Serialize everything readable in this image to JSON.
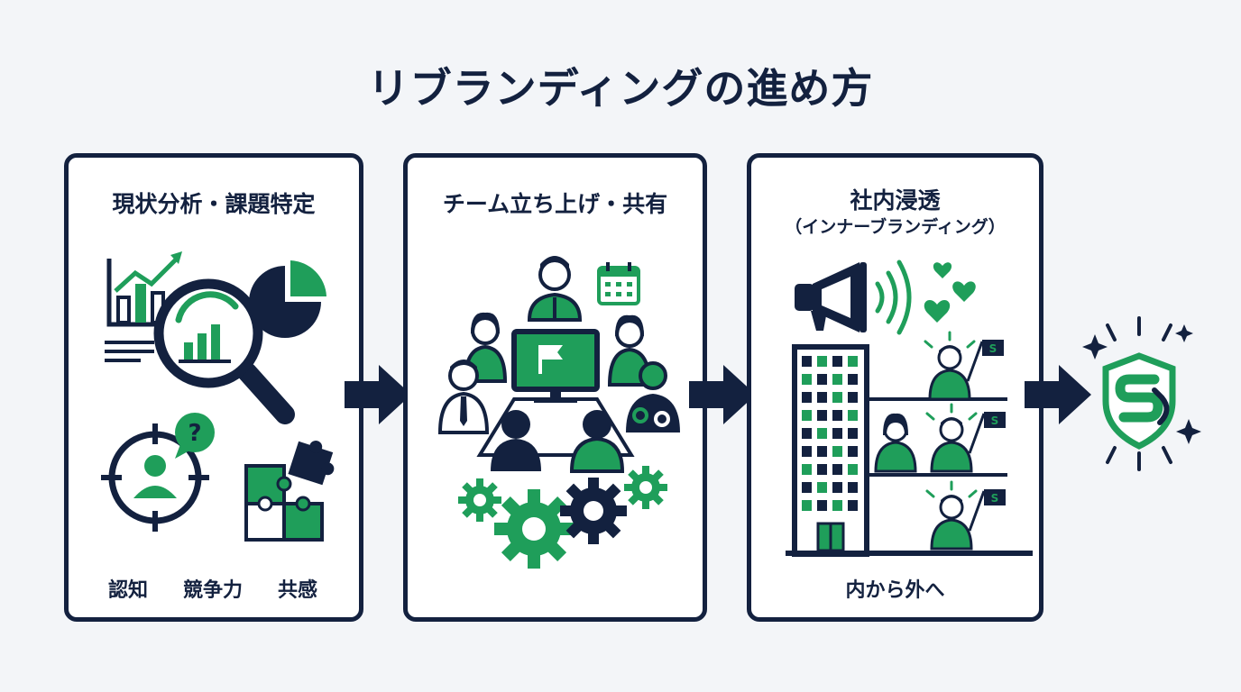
{
  "title": "リブランディングの進め方",
  "steps": [
    {
      "title": "現状分析・課題特定",
      "keywords": [
        "認知",
        "競争力",
        "共感"
      ]
    },
    {
      "title": "チーム立ち上げ・共有"
    },
    {
      "title": "社内浸透",
      "subtitle": "（インナーブランディング）",
      "caption": "内から外へ"
    }
  ],
  "icons": {
    "step1": [
      "bar-chart-icon",
      "magnifier-icon",
      "pie-chart-icon",
      "target-person-icon",
      "question-bubble-icon",
      "puzzle-icon"
    ],
    "step2": [
      "team-meeting-icon",
      "calendar-icon",
      "monitor-flag-icon",
      "gears-icon"
    ],
    "step3": [
      "megaphone-icon",
      "hearts-icon",
      "office-building-icon",
      "people-with-flags-icon"
    ],
    "final": "brand-shield-icon"
  },
  "colors": {
    "navy": "#13213f",
    "green": "#1f9e5a",
    "background": "#f3f5f8"
  }
}
